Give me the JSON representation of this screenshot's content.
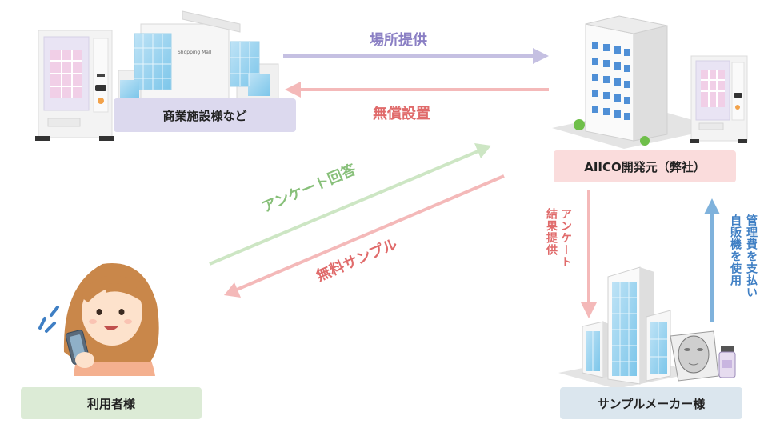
{
  "nodes": {
    "commercial": "商業施設様など",
    "company": "AIICO開発元（弊社）",
    "user": "利用者様",
    "maker": "サンプルメーカー様"
  },
  "mall_sign": "Shopping Mall",
  "flows": {
    "place": "場所提供",
    "install": "無償設置",
    "survey": "アンケート回答",
    "sample": "無料サンプル",
    "result_line1": "アンケート",
    "result_line2": "結果提供",
    "fee_line1": "管理費を支払い",
    "fee_line2": "自販機を使用"
  },
  "colors": {
    "purple_box": "#dcd9ee",
    "pink_box": "#fadcdc",
    "green_box": "#dcebd6",
    "blue_box": "#dbe6ee",
    "purple_arrow": "#c5c0e2",
    "pink_arrow": "#f4b9b9",
    "green_arrow": "#cde6c4",
    "blue_arrow": "#7fb2dc",
    "purple_text": "#8a7fc4",
    "pink_text": "#e06b6b",
    "green_text": "#88c07a",
    "blue_text": "#3f7fc4"
  }
}
